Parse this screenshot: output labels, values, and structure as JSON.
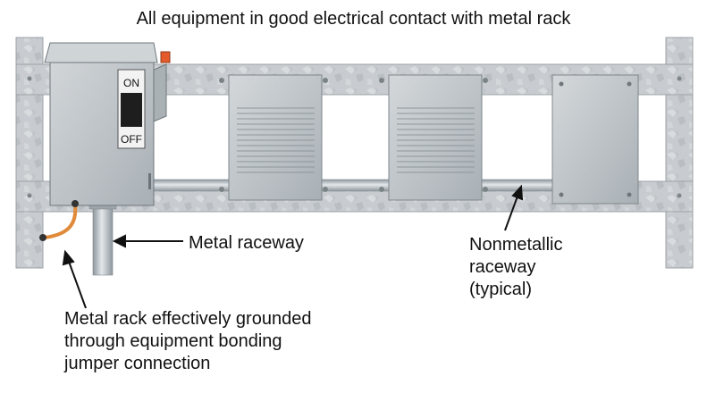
{
  "title": "All equipment in good electrical contact with metal rack",
  "switch": {
    "on_label": "ON",
    "off_label": "OFF"
  },
  "callouts": {
    "metal_raceway": "Metal raceway",
    "nonmetallic_raceway": [
      "Nonmetallic",
      "raceway",
      "(typical)"
    ],
    "grounded_note": [
      "Metal rack effectively grounded",
      "through equipment bonding",
      "jumper connection"
    ]
  },
  "colors": {
    "galvanized": "#c9cdd0",
    "enclosure": "#b7bdc1",
    "bonding_jumper": "#e08a3a",
    "conduit": "#b4bcc2",
    "indicator": "#e55a2b"
  }
}
